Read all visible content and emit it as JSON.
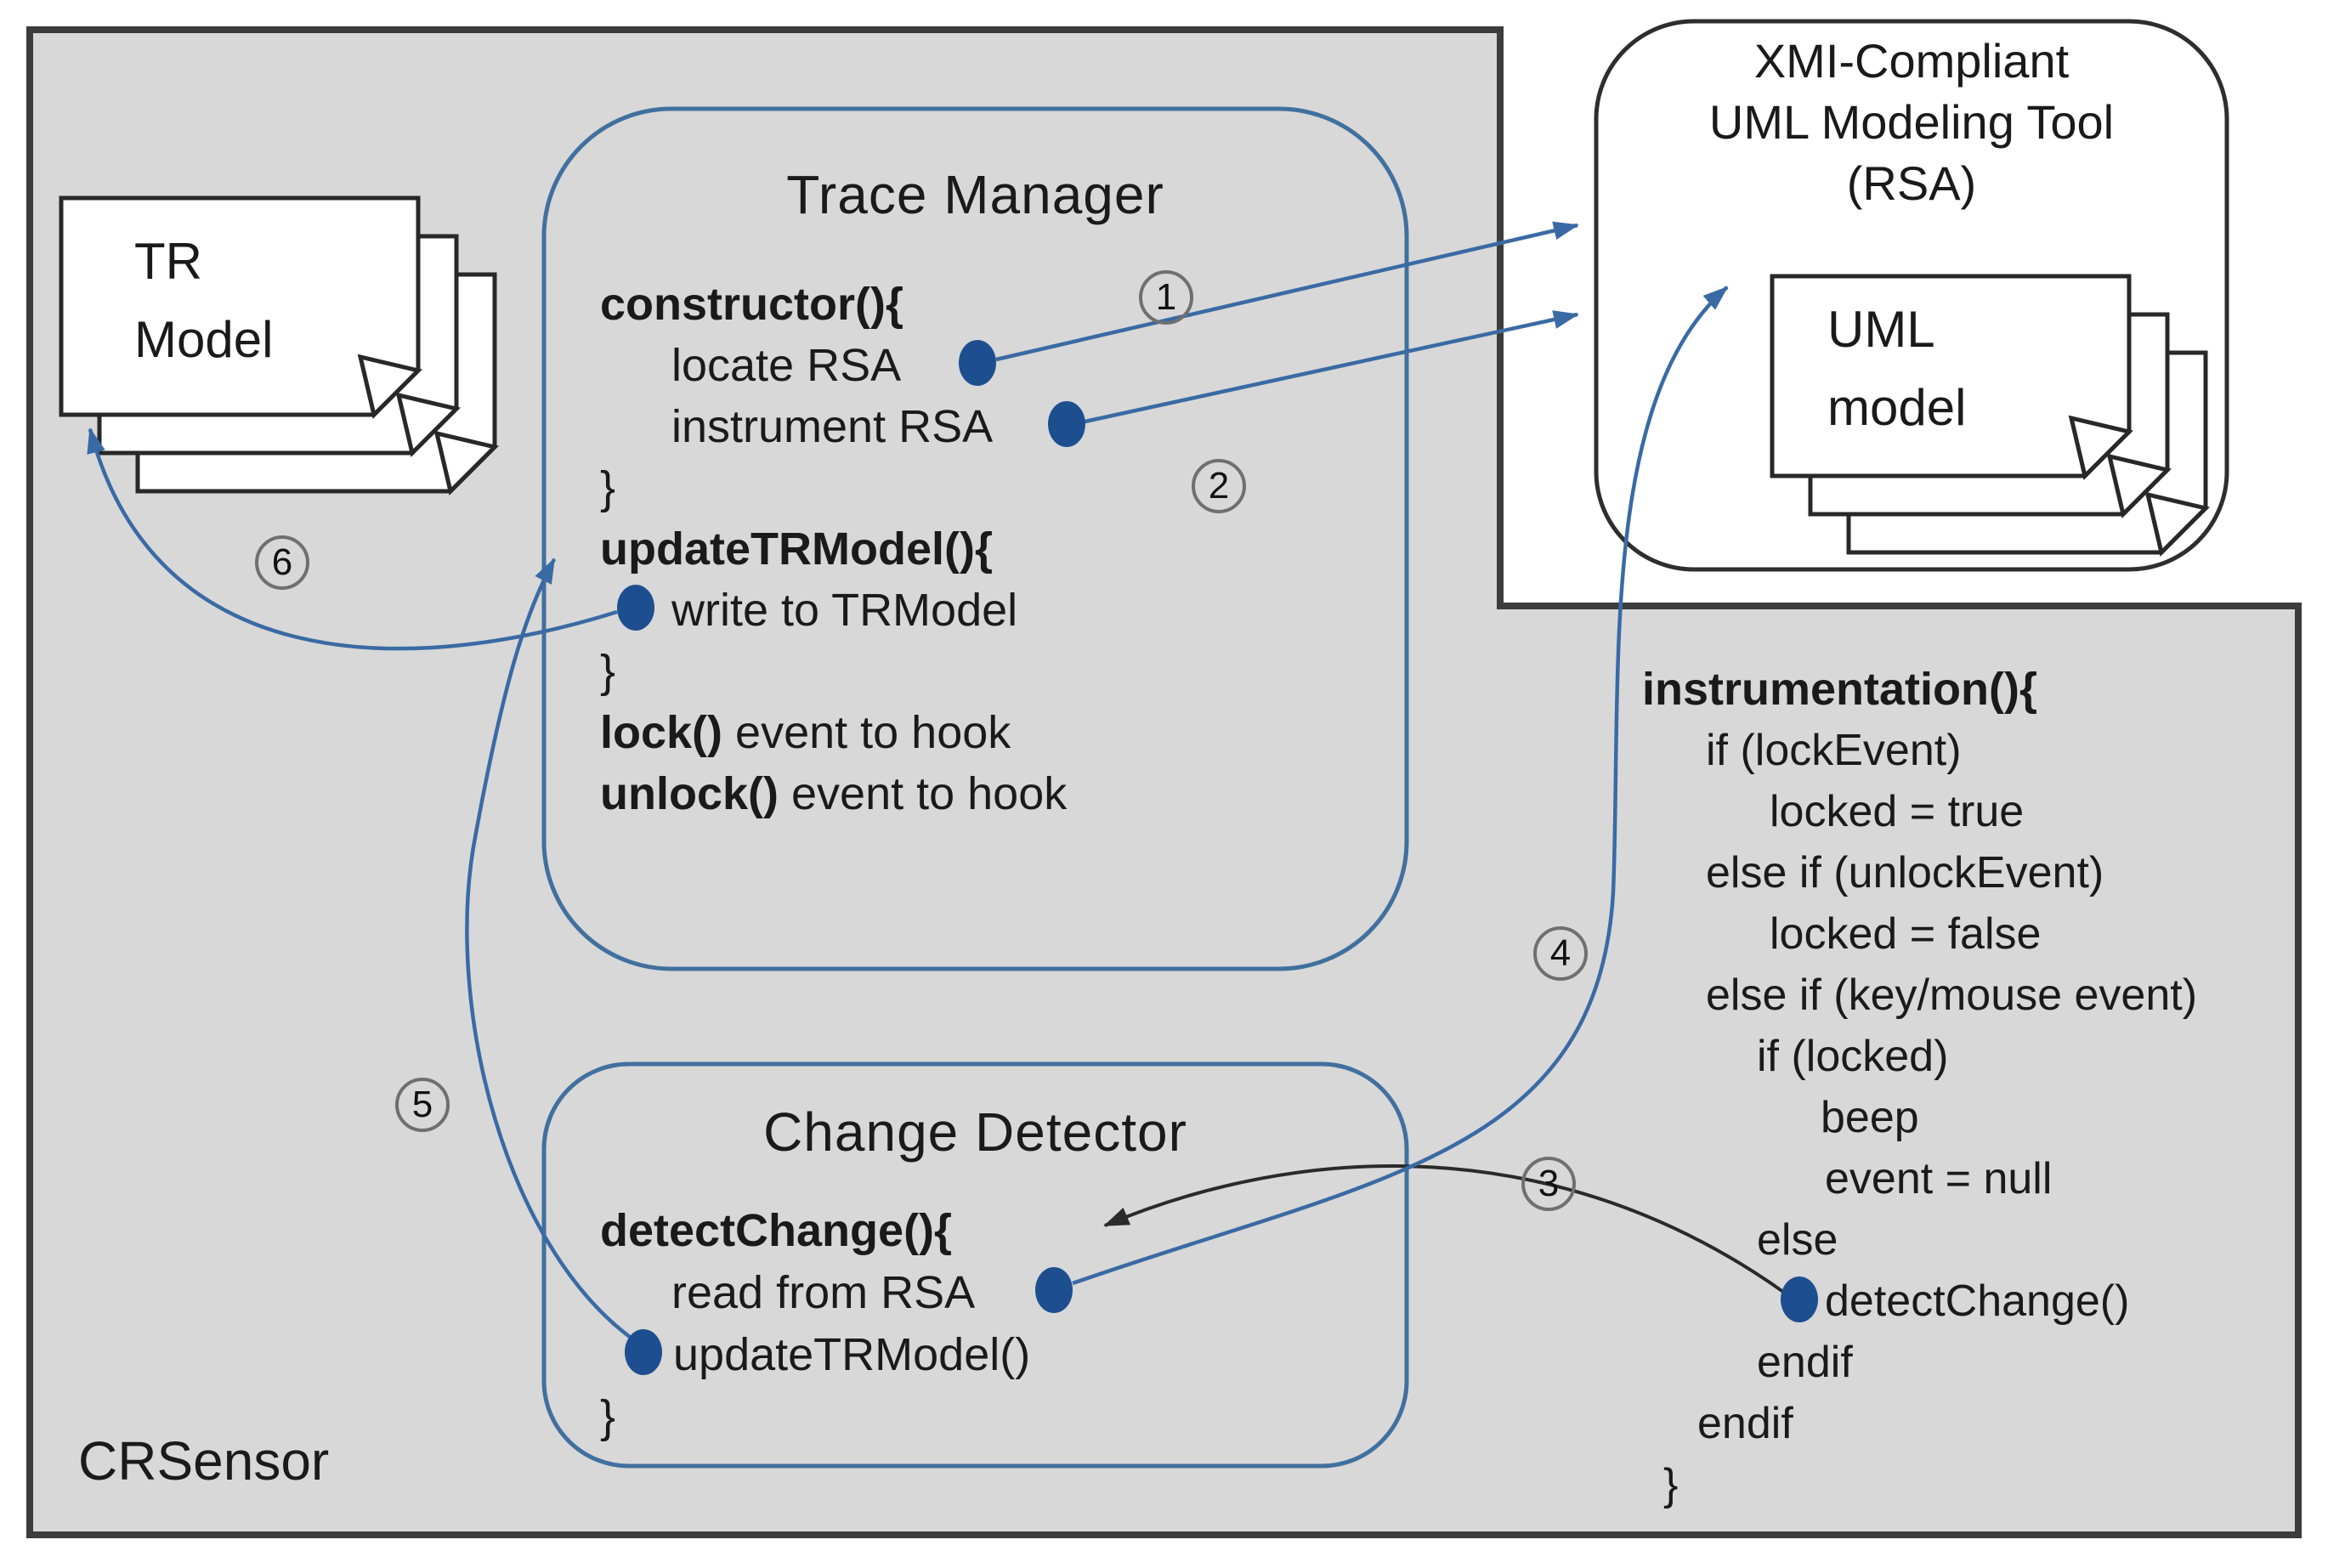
{
  "colors": {
    "background_gray": "#d8d8d8",
    "outline_dark": "#3c3c3c",
    "blue_line": "#3a6aa4",
    "blue_dot": "#1d4f90",
    "black_line": "#2a2a2a"
  },
  "crsensor_label": "CRSensor",
  "tr_model": {
    "line1": "TR",
    "line2": "Model"
  },
  "uml_tool": {
    "title1": "XMI-Compliant",
    "title2": "UML Modeling Tool",
    "title3": "(RSA)",
    "uml1": "UML",
    "uml2": "model"
  },
  "trace_manager": {
    "title": "Trace Manager",
    "constructor_sig": "constructor(){",
    "locate": "locate RSA",
    "instrument": "instrument RSA",
    "close1": "}",
    "update_sig": "updateTRModel(){",
    "write": "write to TRModel",
    "close2": "}",
    "lock_bold": "lock()",
    "lock_rest": " event to hook",
    "unlock_bold": "unlock()",
    "unlock_rest": " event to hook"
  },
  "change_detector": {
    "title": "Change Detector",
    "detect_sig": "detectChange(){",
    "read": "read from RSA",
    "update_call": "updateTRModel()",
    "close": "}"
  },
  "instrumentation": {
    "lines": [
      {
        "text": "instrumentation(){"
      },
      {
        "text": "if (lockEvent)"
      },
      {
        "text": "locked = true"
      },
      {
        "text": "else if (unlockEvent)"
      },
      {
        "text": "locked = false"
      },
      {
        "text": "else if (key/mouse event)"
      },
      {
        "text": "if (locked)"
      },
      {
        "text": "beep"
      },
      {
        "text": "event = null"
      },
      {
        "text": "else"
      },
      {
        "text": "detectChange()"
      },
      {
        "text": "endif"
      },
      {
        "text": "endif"
      },
      {
        "text": "}"
      }
    ]
  },
  "steps": {
    "s1": "1",
    "s2": "2",
    "s3": "3",
    "s4": "4",
    "s5": "5",
    "s6": "6"
  }
}
